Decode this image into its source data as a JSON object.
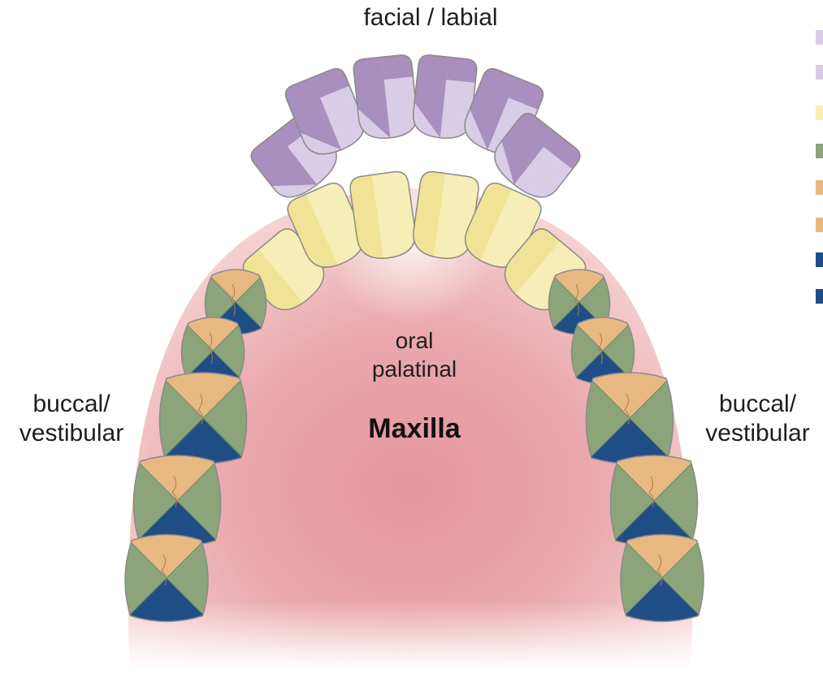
{
  "labels": {
    "facial": "facial / labial",
    "oral_line1": "oral",
    "oral_line2": "palatinal",
    "jaw": "Maxilla",
    "buccal_left_line1": "buccal/",
    "buccal_left_line2": "vestibular",
    "buccal_right_line1": "buccal/",
    "buccal_right_line2": "vestibular"
  },
  "colors": {
    "incisor_light": "#d9cce6",
    "incisor_dark": "#a98fbd",
    "canine_light": "#f7edb6",
    "canine_dark": "#efe08e",
    "molar_green": "#8ba47a",
    "molar_orange": "#e8b883",
    "molar_blue": "#1f4e87",
    "palate": "#e89a9f",
    "outline": "#8a8a8a"
  },
  "legend": [
    {
      "color": "#d9cce6"
    },
    {
      "color": "#d9cce6"
    },
    {
      "color": "#f7edb6"
    },
    {
      "color": "#8ba47a"
    },
    {
      "color": "#e8b883"
    },
    {
      "color": "#e8b883"
    },
    {
      "color": "#1f4e87"
    },
    {
      "color": "#1f4e87"
    }
  ]
}
